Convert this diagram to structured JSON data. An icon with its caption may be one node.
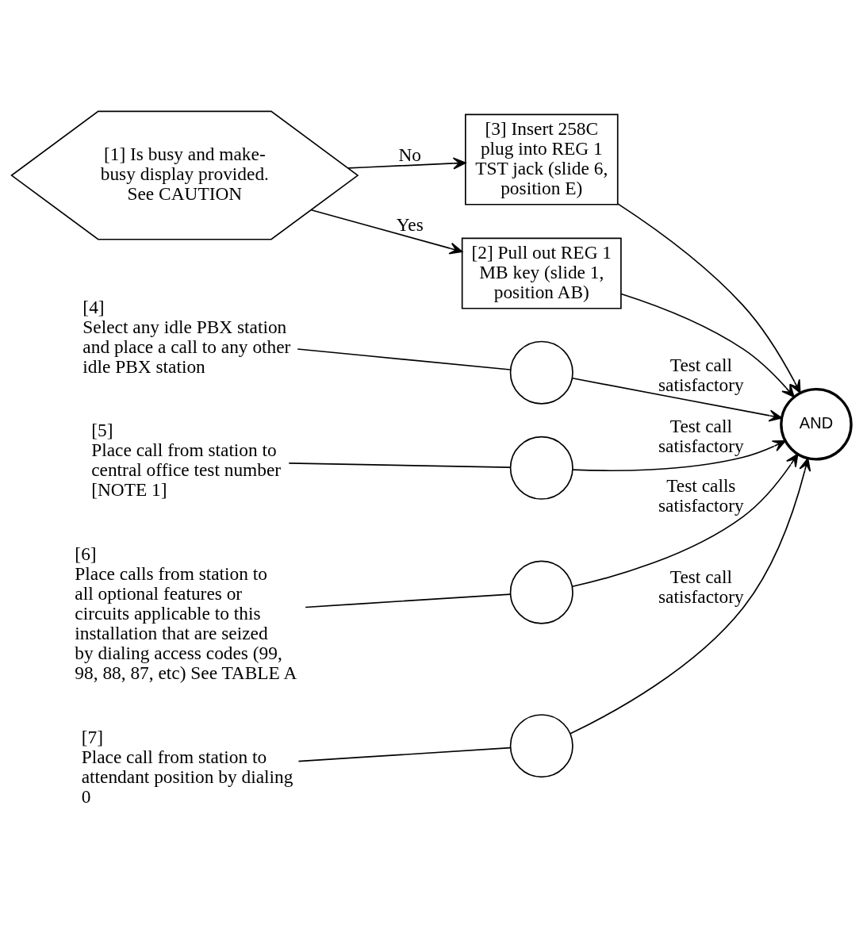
{
  "diagram": {
    "nodes": [
      {
        "text": [
          "[1] Is busy and make-busy display provided. See CAUTION"
        ]
      },
      {
        "text": [
          "[3] Insert 258C plug into REG 1 TST jack (slide 6, position E)"
        ]
      },
      {
        "text": [
          "[2] Pull out REG 1 MB key (slide 1, position AB)"
        ]
      },
      {
        "text": [
          "[4]",
          "Select any idle PBX station and place a call to any other idle PBX station"
        ]
      },
      {
        "text": [],
        "shape": "circle"
      },
      {
        "text": [
          "[5]",
          "Place call from station to central office test number [NOTE 1]"
        ]
      },
      {
        "text": [],
        "shape": "circle"
      },
      {
        "text": [
          "[6]",
          "Place calls from station to all optional features or circuits applicable to this installation that are seized by dialing access codes (99, 98, 88, 87, etc) See TABLE A"
        ]
      },
      {
        "text": [],
        "shape": "circle"
      },
      {
        "text": [
          "[7]",
          "Place call from station to attendant position by dialing 0"
        ]
      },
      {
        "text": [],
        "shape": "circle"
      },
      {
        "text": [
          "AND"
        ]
      }
    ],
    "edges": [
      {
        "from": 0,
        "to": 1,
        "arrow": "to",
        "label": "No"
      },
      {
        "from": 0,
        "to": 2,
        "arrow": "to",
        "label": "Yes"
      },
      {
        "from": 1,
        "to": 11,
        "arrow": "to"
      },
      {
        "from": 2,
        "to": 11,
        "arrow": "to"
      },
      {
        "from": 3,
        "to": 4,
        "arrow": "none"
      },
      {
        "from": 4,
        "to": 11,
        "arrow": "to",
        "label": "Test call satisfactory"
      },
      {
        "from": 5,
        "to": 6,
        "arrow": "none"
      },
      {
        "from": 6,
        "to": 11,
        "arrow": "to",
        "label": "Test call satisfactory"
      },
      {
        "from": 7,
        "to": 8,
        "arrow": "none"
      },
      {
        "from": 8,
        "to": 11,
        "arrow": "to",
        "label": "Test calls satisfactory"
      },
      {
        "from": 9,
        "to": 10,
        "arrow": "none"
      },
      {
        "from": 10,
        "to": 11,
        "arrow": "to",
        "label": "Test call satisfactory"
      }
    ]
  }
}
